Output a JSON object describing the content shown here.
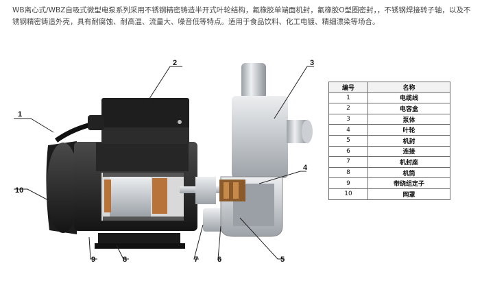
{
  "intro_text": "WB离心式/WBZ自吸式微型电泵系列采用不锈钢精密铸造半开式叶轮结构，氟橡胶单端面机封，氟橡胶O型圈密封，，不锈钢焊接转子轴，以及不锈钢精密铸造外壳，具有耐腐蚀、耐高温、流量大、噪音低等特点。适用于食品饮料、化工电镀、精细漂染等场合。",
  "callouts": [
    "1",
    "2",
    "3",
    "4",
    "5",
    "6",
    "7",
    "8",
    "9",
    "10"
  ],
  "table": {
    "header": [
      "编号",
      "名称"
    ],
    "rows": [
      [
        "1",
        "电缆线"
      ],
      [
        "2",
        "电容盒"
      ],
      [
        "3",
        "泵体"
      ],
      [
        "4",
        "叶轮"
      ],
      [
        "5",
        "机封"
      ],
      [
        "6",
        "连接"
      ],
      [
        "7",
        "机封座"
      ],
      [
        "8",
        "机筒"
      ],
      [
        "9",
        "带绕组定子"
      ],
      [
        "10",
        "网罩"
      ]
    ]
  },
  "colors": {
    "motor_body": "#2a2a2a",
    "steel": "#c8ccd0",
    "copper": "#b8733a",
    "leader": "#222222"
  }
}
